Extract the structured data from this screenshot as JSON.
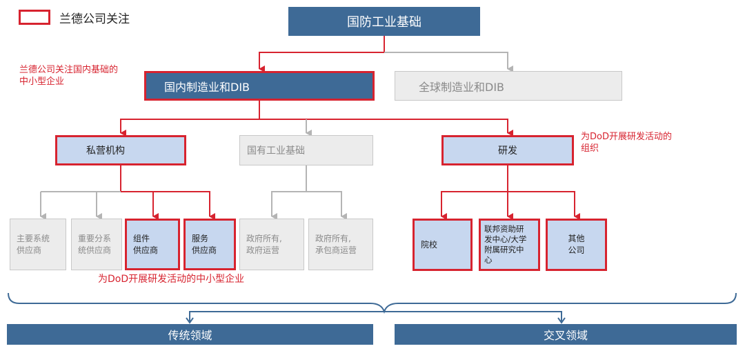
{
  "legend": {
    "label": "兰德公司关注"
  },
  "root": {
    "label": "国防工业基础"
  },
  "level1": {
    "domestic": "国内制造业和DIB",
    "global": "全球制造业和DIB"
  },
  "level2": {
    "private": "私营机构",
    "state": "国有工业基础",
    "rnd": "研发"
  },
  "leaves": {
    "main_supplier": "主要系统\n供应商",
    "key_sub_supplier": "重要分系\n统供应商",
    "component_supplier": "组件\n供应商",
    "service_supplier": "服务\n供应商",
    "gov_owned_gov_op": "政府所有,\n政府运营",
    "gov_owned_contractor_op": "政府所有,\n承包商运营",
    "academia": "院校",
    "ffrdc": "联邦资助研\n发中心/大学\n附属研究中\n心",
    "other": "其他\n公司"
  },
  "notes": {
    "domestic_focus": "兰德公司关注国内基础的\n中小型企业",
    "rnd_org": "为DoD开展研发活动的\n组织",
    "sme_rnd": "为DoD开展研发活动的中小型企业"
  },
  "bands": {
    "traditional": "传统领域",
    "cross": "交叉领域"
  },
  "colors": {
    "accent_red": "#d7232f",
    "header_blue": "#3e6a96",
    "light_blue": "#c7d7ef",
    "grey_fill": "#ececec",
    "grey_line": "#b4b4b4"
  }
}
